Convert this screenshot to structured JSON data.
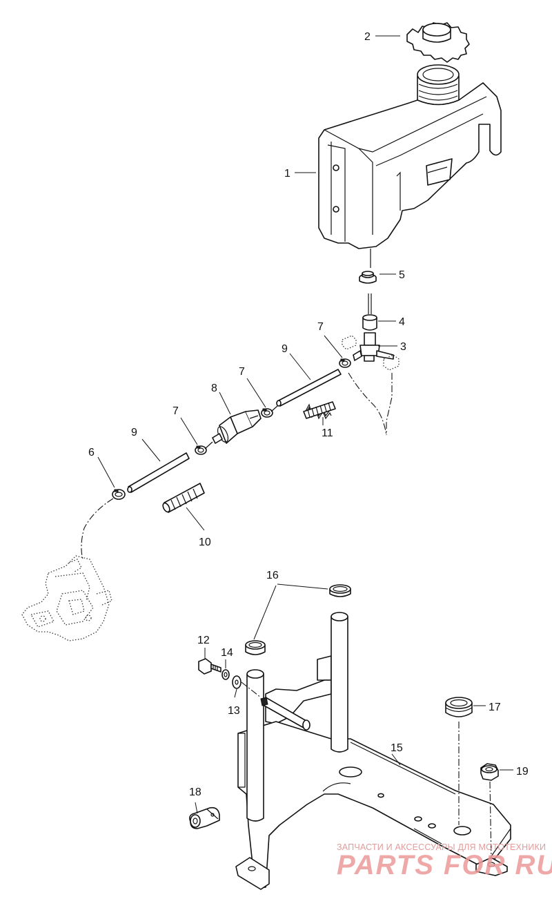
{
  "callouts": {
    "c1": "1",
    "c2": "2",
    "c3": "3",
    "c4": "4",
    "c5": "5",
    "c6": "6",
    "c7a": "7",
    "c7b": "7",
    "c7c": "7",
    "c8": "8",
    "c9a": "9",
    "c9b": "9",
    "c10": "10",
    "c11": "11",
    "c12": "12",
    "c13": "13",
    "c14": "14",
    "c15": "15",
    "c16": "16",
    "c17": "17",
    "c18": "18",
    "c19": "19"
  },
  "watermark": {
    "tagline": "ЗАПЧАСТИ И АКСЕССУАРЫ ДЛЯ МОТОТЕХНИКИ",
    "logo": "PARTS FOR RU"
  }
}
